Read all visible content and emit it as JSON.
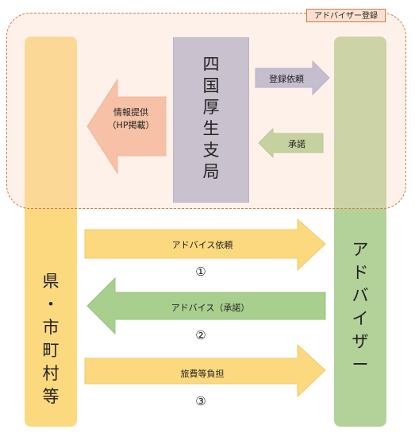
{
  "registration": {
    "tag": "アドバイザー登録"
  },
  "columns": {
    "prefecture": [
      "県",
      "・",
      "市",
      "町",
      "村",
      "等"
    ],
    "advisor": [
      "ア",
      "ド",
      "バ",
      "イ",
      "ザ",
      "ー"
    ],
    "bureau": [
      "四",
      "国",
      "厚",
      "生",
      "支",
      "局"
    ]
  },
  "arrows": {
    "info_line1": "情報提供",
    "info_line2": "（HP掲載）",
    "register_request": "登録依頼",
    "accept": "承諾",
    "advisor_request": "アドバイス依頼",
    "advisor_accept": "アドバイス（承諾）",
    "cost_share": "旅費等負担"
  },
  "steps": {
    "one": "①",
    "two": "②",
    "three": "③"
  },
  "colors": {
    "yellow": "#fcd97e",
    "green": "#b3d29a",
    "purple": "#b0b5d6",
    "salmon": "#f4b59a",
    "dashed": "#d07a45"
  }
}
